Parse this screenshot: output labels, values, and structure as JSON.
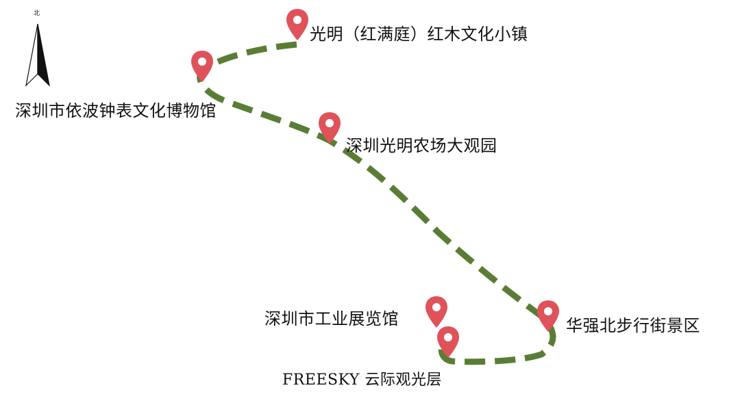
{
  "compass": {
    "north_label": "北",
    "icon": "north-arrow-icon"
  },
  "route": {
    "line_color": "#5a7d35",
    "pin_color": "#e0525a",
    "pin_icon": "map-pin-icon"
  },
  "places": [
    {
      "id": "guangming-hongmanting",
      "name": "光明（红满庭）红木文化小镇"
    },
    {
      "id": "yibo-clock-museum",
      "name": "深圳市依波钟表文化博物馆"
    },
    {
      "id": "guangming-farm",
      "name": "深圳光明农场大观园"
    },
    {
      "id": "huaqiangbei",
      "name": "华强北步行街景区"
    },
    {
      "id": "industry-exhibition-hall",
      "name": "深圳市工业展览馆"
    },
    {
      "id": "freesky",
      "name": "FREESKY 云际观光层"
    }
  ]
}
